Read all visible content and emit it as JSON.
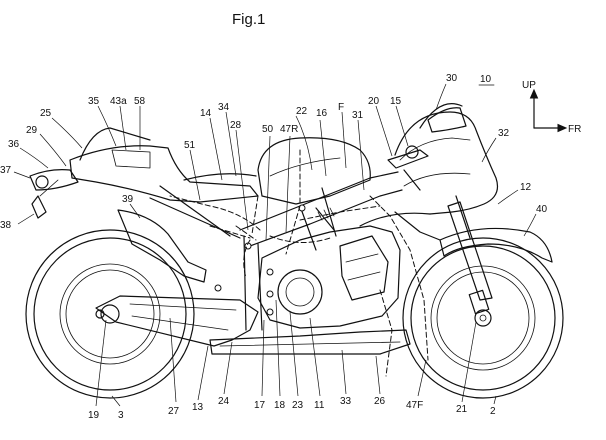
{
  "figure": {
    "title": "Fig.1",
    "vehicle_label": "10",
    "direction": {
      "up": "UP",
      "front": "FR"
    },
    "labels": [
      {
        "id": "n30",
        "text": "30"
      },
      {
        "id": "n25",
        "text": "25"
      },
      {
        "id": "n35",
        "text": "35"
      },
      {
        "id": "n43a",
        "text": "43a"
      },
      {
        "id": "n58",
        "text": "58"
      },
      {
        "id": "n14",
        "text": "14"
      },
      {
        "id": "n34",
        "text": "34"
      },
      {
        "id": "n22",
        "text": "22"
      },
      {
        "id": "n16",
        "text": "16"
      },
      {
        "id": "nF",
        "text": "F"
      },
      {
        "id": "n20",
        "text": "20"
      },
      {
        "id": "n15",
        "text": "15"
      },
      {
        "id": "n32",
        "text": "32"
      },
      {
        "id": "n28",
        "text": "28"
      },
      {
        "id": "n50",
        "text": "50"
      },
      {
        "id": "n47R",
        "text": "47R"
      },
      {
        "id": "n31",
        "text": "31"
      },
      {
        "id": "n36",
        "text": "36"
      },
      {
        "id": "n29",
        "text": "29"
      },
      {
        "id": "n37",
        "text": "37"
      },
      {
        "id": "n51",
        "text": "51"
      },
      {
        "id": "n12",
        "text": "12"
      },
      {
        "id": "n39",
        "text": "39"
      },
      {
        "id": "n40",
        "text": "40"
      },
      {
        "id": "n38",
        "text": "38"
      },
      {
        "id": "n19",
        "text": "19"
      },
      {
        "id": "n3",
        "text": "3"
      },
      {
        "id": "n27",
        "text": "27"
      },
      {
        "id": "n13",
        "text": "13"
      },
      {
        "id": "n24",
        "text": "24"
      },
      {
        "id": "n17",
        "text": "17"
      },
      {
        "id": "n18",
        "text": "18"
      },
      {
        "id": "n23",
        "text": "23"
      },
      {
        "id": "n11",
        "text": "11"
      },
      {
        "id": "n33",
        "text": "33"
      },
      {
        "id": "n26",
        "text": "26"
      },
      {
        "id": "n47F",
        "text": "47F"
      },
      {
        "id": "n21",
        "text": "21"
      },
      {
        "id": "n2",
        "text": "2"
      }
    ]
  }
}
